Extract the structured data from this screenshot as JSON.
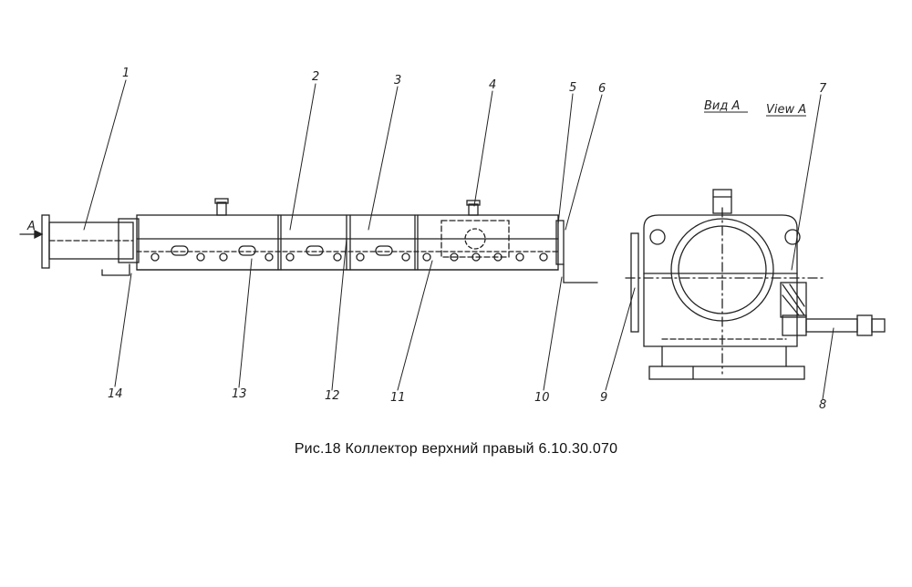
{
  "figure": {
    "caption": "Рис.18 Коллектор верхний правый 6.10.30.070",
    "view_label_ru": "Вид А",
    "view_label_en": "View A",
    "arrow_label": "А",
    "callouts": [
      "1",
      "2",
      "3",
      "4",
      "5",
      "6",
      "7",
      "8",
      "9",
      "10",
      "11",
      "12",
      "13",
      "14"
    ]
  }
}
